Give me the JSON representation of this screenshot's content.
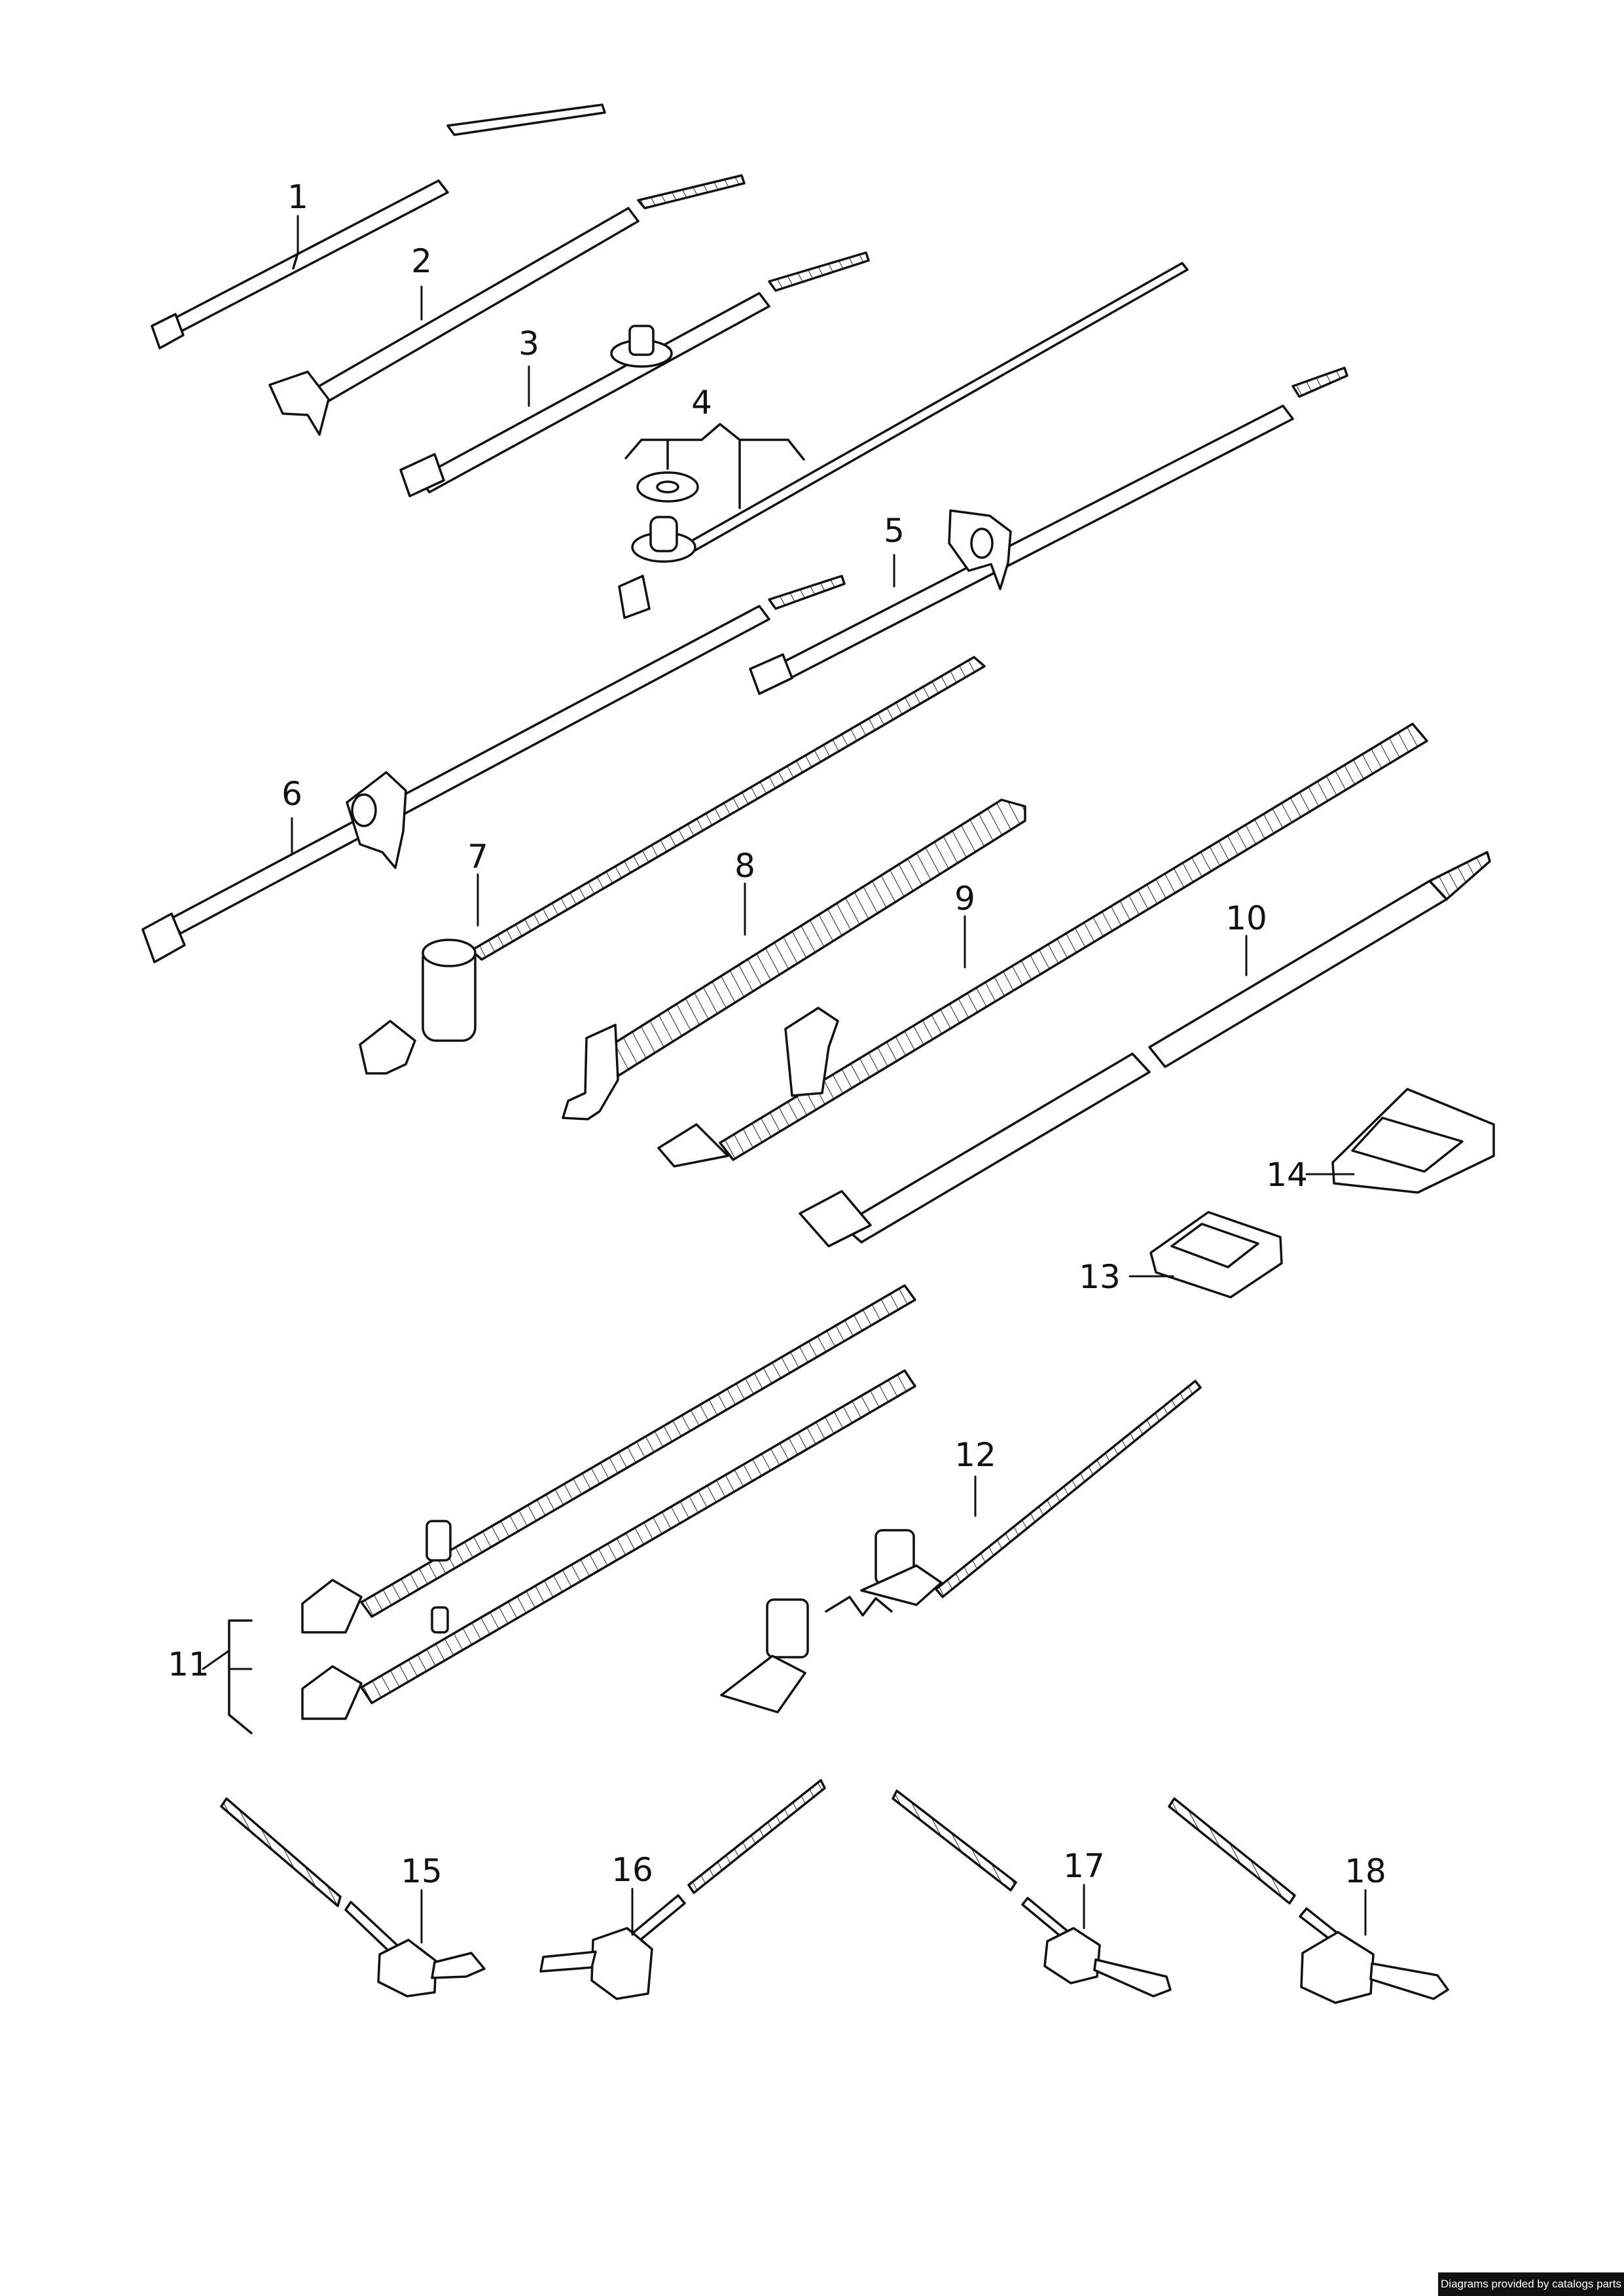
{
  "callouts": [
    {
      "label": "1"
    },
    {
      "label": "2"
    },
    {
      "label": "3"
    },
    {
      "label": "4"
    },
    {
      "label": "5"
    },
    {
      "label": "6"
    },
    {
      "label": "7"
    },
    {
      "label": "8"
    },
    {
      "label": "9"
    },
    {
      "label": "10"
    },
    {
      "label": "11"
    },
    {
      "label": "12"
    },
    {
      "label": "13"
    },
    {
      "label": "14"
    },
    {
      "label": "15"
    },
    {
      "label": "16"
    },
    {
      "label": "17"
    },
    {
      "label": "18"
    }
  ],
  "footer": {
    "credit": "Diagrams provided by catalogs parts"
  }
}
